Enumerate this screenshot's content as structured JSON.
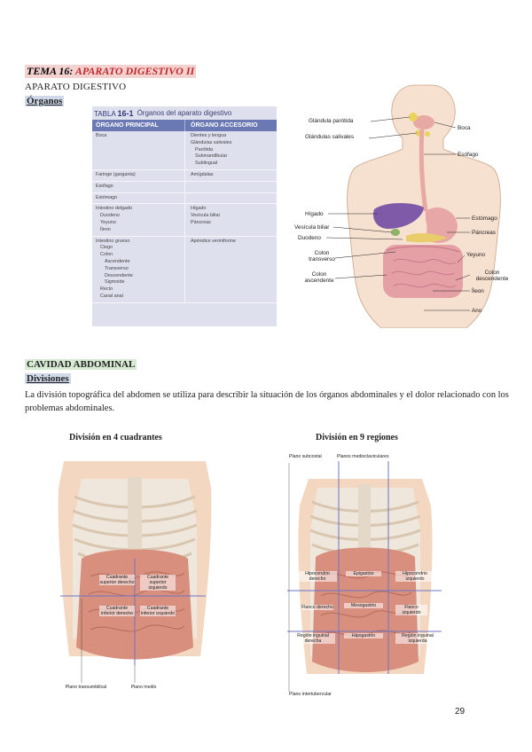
{
  "header": {
    "tema_num": "TEMA 16:",
    "tema_name": "APARATO DIGESTIVO II",
    "subtitle": "APARATO DIGESTIVO",
    "organos": "Órganos"
  },
  "table": {
    "tag_text": "TABLA",
    "tag_num": "16-1",
    "title": "Órganos del aparato digestivo",
    "col1": "ÓRGANO PRINCIPAL",
    "col2": "ÓRGANO ACCESORIO",
    "rows": [
      {
        "main": [
          "Boca"
        ],
        "acc": [
          "Dientes y lengua",
          "Glándulas salivales",
          "Parótida",
          "Submandibular",
          "Sublingual"
        ]
      },
      {
        "main": [
          "Faringe (garganta)"
        ],
        "acc": [
          "Amígdalas"
        ]
      },
      {
        "main": [
          "Esófago"
        ],
        "acc": [
          ""
        ]
      },
      {
        "main": [
          "Estómago"
        ],
        "acc": [
          ""
        ]
      },
      {
        "main": [
          "Intestino delgado",
          "Duodeno",
          "Yeyuno",
          "Íleon"
        ],
        "acc": [
          "Hígado",
          "Vesícula biliar",
          "Páncreas"
        ]
      },
      {
        "main": [
          "Intestino grueso",
          "Ciego",
          "Colon",
          "Ascendente",
          "Transverso",
          "Descendente",
          "Sigmoide",
          "Recto",
          "Canal anal"
        ],
        "acc": [
          "Apéndice vermiforme"
        ]
      }
    ]
  },
  "digestive_labels": {
    "parotida": "Glándula parótida",
    "salivales": "Glándulas salivales",
    "boca": "Boca",
    "esofago": "Esófago",
    "higado": "Hígado",
    "vesicula": "Vesícula biliar",
    "duodeno": "Duodeno",
    "estomago": "Estómago",
    "pancreas": "Páncreas",
    "colon_transverso": "Colon transverso",
    "yeyuno": "Yeyuno",
    "colon_ascendente": "Colon ascendente",
    "colon_descendente": "Colon descendente",
    "ileon": "Íleon",
    "ano": "Ano"
  },
  "section": {
    "heading": "CAVIDAD ABDOMINAL",
    "divisiones": "Divisiones",
    "paragraph": "La división topográfica del abdomen se utiliza para describir la situación de los órganos abdominales y el dolor relacionado con los problemas abdominales."
  },
  "fig4": {
    "caption": "División en 4 cuadrantes",
    "q_sup_der": "Cuadrante superior derecho",
    "q_sup_izq": "Cuadrante superior izquierdo",
    "q_inf_der": "Cuadrante inferior derecho",
    "q_inf_izq": "Cuadrante inferior izquierdo",
    "plano_transumbilical": "Plano transumbilical",
    "plano_medio": "Plano medio"
  },
  "fig9": {
    "caption": "División en 9 regiones",
    "plano_subcostal": "Plano subcostal",
    "planos_medioclaviculares": "Planos medioclaviculares",
    "hipocondrio_der": "Hipocondrio derecho",
    "epigastrio": "Epigastrio",
    "hipocondrio_izq": "Hipocondrio izquierdo",
    "flanco_der": "Flanco derecho",
    "mesogastrio": "Mesogastrio",
    "flanco_izq": "Flanco izquierdo",
    "inguinal_der": "Región inguinal derecha",
    "hipogastrio": "Hipogastrio",
    "inguinal_izq": "Región inguinal izquierda",
    "plano_intertubercular": "Plano intertubercular"
  },
  "page_number": "29"
}
